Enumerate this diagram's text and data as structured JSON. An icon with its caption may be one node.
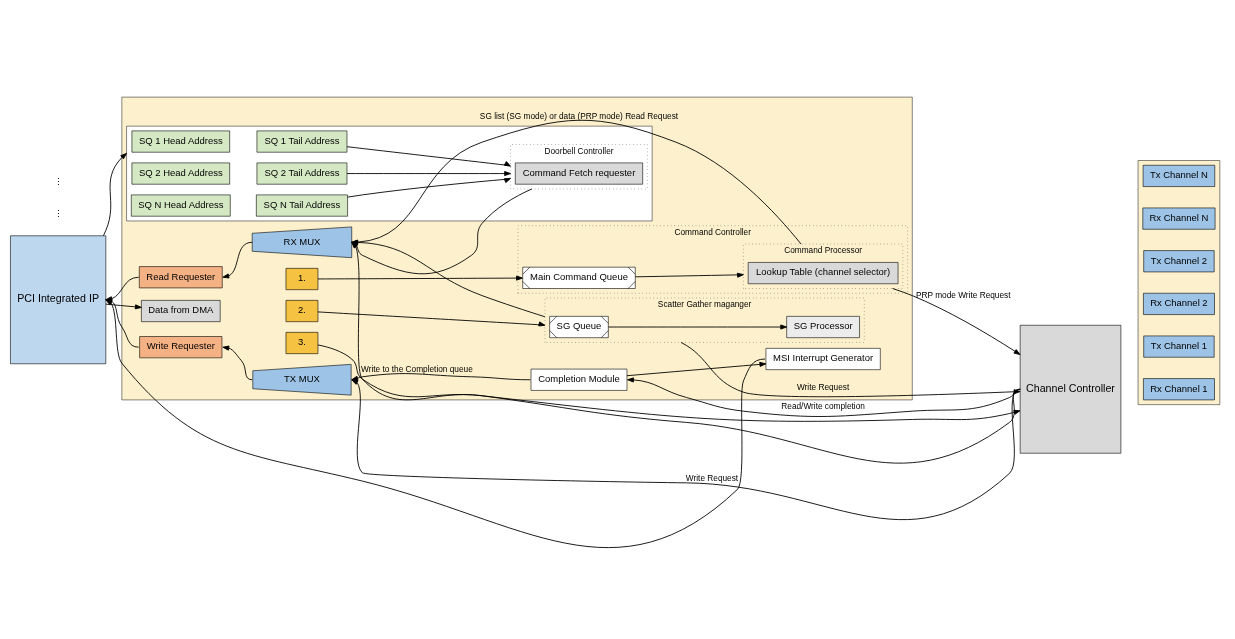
{
  "diagram": {
    "nodes": [
      {
        "text": [
          "PCI Integrated IP"
        ]
      },
      {
        "text": [],
        "shape": "box"
      },
      {
        "text": [],
        "shape": "box",
        "in": 1
      },
      {
        "text": [
          "SQ 1 Head Address"
        ],
        "in": 2
      },
      {
        "text": [
          "SQ 1 Tail Address"
        ],
        "in": 2
      },
      {
        "text": [
          "SQ 2 Head Address"
        ],
        "in": 2
      },
      {
        "text": [
          "SQ 2 Tail Address"
        ],
        "in": 2
      },
      {
        "text": [
          "SQ N Head Address"
        ],
        "in": 2
      },
      {
        "text": [
          "SQ N Tail Address"
        ],
        "in": 2
      },
      {
        "text": [
          "Doorbell Controller"
        ],
        "in": 2
      },
      {
        "text": [
          "Command Fetch requester"
        ],
        "in": 9
      },
      {
        "text": [
          "Read Requester"
        ],
        "in": 1
      },
      {
        "text": [
          "RX MUX"
        ],
        "in": 1
      },
      {
        "text": [
          "Command Controller"
        ],
        "in": 1
      },
      {
        "text": [
          "Main Command Queue"
        ],
        "in": 13
      },
      {
        "text": [
          "Command Processor"
        ],
        "in": 13
      },
      {
        "text": [
          "Lookup Table (channel selector)"
        ],
        "in": 15
      },
      {
        "text": [
          "Data from DMA"
        ],
        "in": 1
      },
      {
        "text": [
          "1."
        ],
        "in": 1
      },
      {
        "text": [
          "2."
        ],
        "in": 1
      },
      {
        "text": [
          "3."
        ],
        "in": 1
      },
      {
        "text": [
          "Scatter Gather maganger"
        ],
        "in": 1
      },
      {
        "text": [
          "SG Queue"
        ],
        "in": 21
      },
      {
        "text": [
          "SG Processor"
        ],
        "in": 21
      },
      {
        "text": [
          "Write Requester"
        ],
        "in": 1
      },
      {
        "text": [
          "TX MUX"
        ],
        "in": 1
      },
      {
        "text": [
          "Completion Module"
        ],
        "in": 1
      },
      {
        "text": [
          "MSI Interrupt Generator"
        ],
        "in": 1
      },
      {
        "text": [
          "Channel Controller"
        ]
      },
      {
        "text": [],
        "shape": "box"
      },
      {
        "text": [
          "Rx Channel 1"
        ],
        "in": 29
      },
      {
        "text": [
          "Tx Channel 1"
        ],
        "in": 29
      },
      {
        "text": [
          "Rx Channel 2"
        ],
        "in": 29
      },
      {
        "text": [
          "Tx Channel 2"
        ],
        "in": 29
      },
      {
        "text": [
          "Rx Channel N"
        ],
        "in": 29
      },
      {
        "text": [
          "Tx Channel N"
        ],
        "in": 29
      }
    ],
    "edges": [
      {
        "from": 0,
        "to": 2,
        "arrow": "to"
      },
      {
        "from": 11,
        "to": 0,
        "arrow": "to"
      },
      {
        "from": 0,
        "to": 17,
        "arrow": "to"
      },
      {
        "from": 24,
        "to": 0,
        "arrow": "to"
      },
      {
        "from": 27,
        "to": 0,
        "arrow": "to"
      },
      {
        "from": 4,
        "to": 9,
        "arrow": "to"
      },
      {
        "from": 6,
        "to": 9,
        "arrow": "to"
      },
      {
        "from": 8,
        "to": 9,
        "arrow": "to"
      },
      {
        "from": 9,
        "to": 12,
        "arrow": "to"
      },
      {
        "from": 28,
        "to": 12,
        "arrow": "to"
      },
      {
        "from": 15,
        "to": 12,
        "arrow": "to",
        "label": "SG list (SG mode) or data (PRP mode) Read Request"
      },
      {
        "from": 21,
        "to": 12,
        "arrow": "to"
      },
      {
        "from": 12,
        "to": 11,
        "arrow": "to"
      },
      {
        "from": 18,
        "to": 14,
        "arrow": "to"
      },
      {
        "from": 14,
        "to": 15,
        "arrow": "to"
      },
      {
        "from": 15,
        "to": 28,
        "arrow": "to",
        "label": "PRP mode Write Request"
      },
      {
        "from": 19,
        "to": 21,
        "arrow": "to"
      },
      {
        "from": 22,
        "to": 23,
        "arrow": "to"
      },
      {
        "from": 21,
        "to": 28,
        "arrow": "to",
        "label": "Write Request"
      },
      {
        "from": 20,
        "to": 28,
        "arrow": "to"
      },
      {
        "from": 28,
        "to": 25,
        "arrow": "to",
        "label": "Write Request"
      },
      {
        "from": 26,
        "to": 25,
        "arrow": "to",
        "label": "Write to the Completion queue"
      },
      {
        "from": 28,
        "to": 26,
        "arrow": "to",
        "label": "Read/Write completion"
      },
      {
        "from": 26,
        "to": 27,
        "arrow": "to"
      },
      {
        "from": 25,
        "to": 24,
        "arrow": "to"
      }
    ],
    "labels": [
      "⋮",
      "⋮"
    ]
  }
}
